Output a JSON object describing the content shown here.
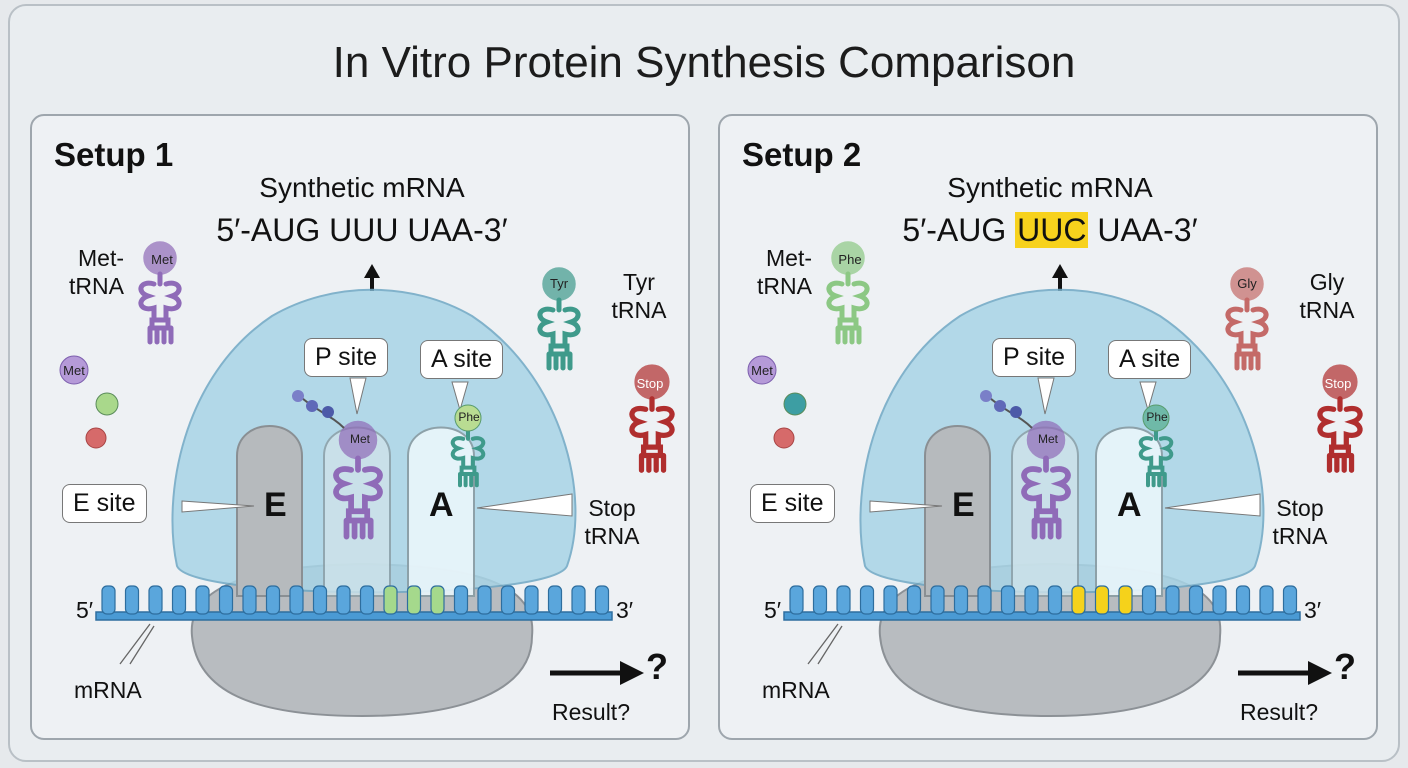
{
  "title": "In Vitro Protein Synthesis Comparison",
  "panels": [
    {
      "title": "Setup 1",
      "mrna_heading": "Synthetic mRNA",
      "seq_prefix": "5′-AUG ",
      "seq_codon": "UUU",
      "seq_suffix": " UAA-3′",
      "codon_highlight": false,
      "trna_left_label": "Met-\ntRNA",
      "trna_left_aa": "Met",
      "trna_right_label": "Tyr\ntRNA",
      "trna_right_aa": "Tyr",
      "free_aa": "Met",
      "p_site_aa": "Met",
      "a_site_aa": "Phe",
      "stop_aa": "Stop",
      "stop_label": "Stop\ntRNA",
      "p_site": "P site",
      "a_site": "A site",
      "e_site": "E site",
      "e_letter": "E",
      "a_letter": "A",
      "five_prime": "5′",
      "three_prime": "3′",
      "mrna_label": "mRNA",
      "result": "Result?",
      "question": "?",
      "colors": {
        "left_trna": "#8f6bb8",
        "right_trna": "#3f9a8b",
        "a_trna": "#3f9a8b",
        "a_ball": "#b9dc92",
        "codon": "#a5d98c",
        "ball2": "#a9d88b"
      }
    },
    {
      "title": "Setup 2",
      "mrna_heading": "Synthetic mRNA",
      "seq_prefix": "5′-AUG ",
      "seq_codon": "UUC",
      "seq_suffix": " UAA-3′",
      "codon_highlight": true,
      "trna_left_label": "Met-\ntRNA",
      "trna_left_aa": "Phe",
      "trna_right_label": "Gly\ntRNA",
      "trna_right_aa": "Gly",
      "free_aa": "Met",
      "p_site_aa": "Met",
      "a_site_aa": "Phe",
      "stop_aa": "Stop",
      "stop_label": "Stop\ntRNA",
      "p_site": "P site",
      "a_site": "A site",
      "e_site": "E site",
      "e_letter": "E",
      "a_letter": "A",
      "five_prime": "5′",
      "three_prime": "3′",
      "mrna_label": "mRNA",
      "result": "Result?",
      "question": "?",
      "colors": {
        "left_trna": "#8cc884",
        "right_trna": "#c46a68",
        "a_trna": "#3f9a8b",
        "a_ball": "#6fb9a8",
        "codon": "#f5d21b",
        "ball2": "#3d9ea3"
      }
    }
  ]
}
